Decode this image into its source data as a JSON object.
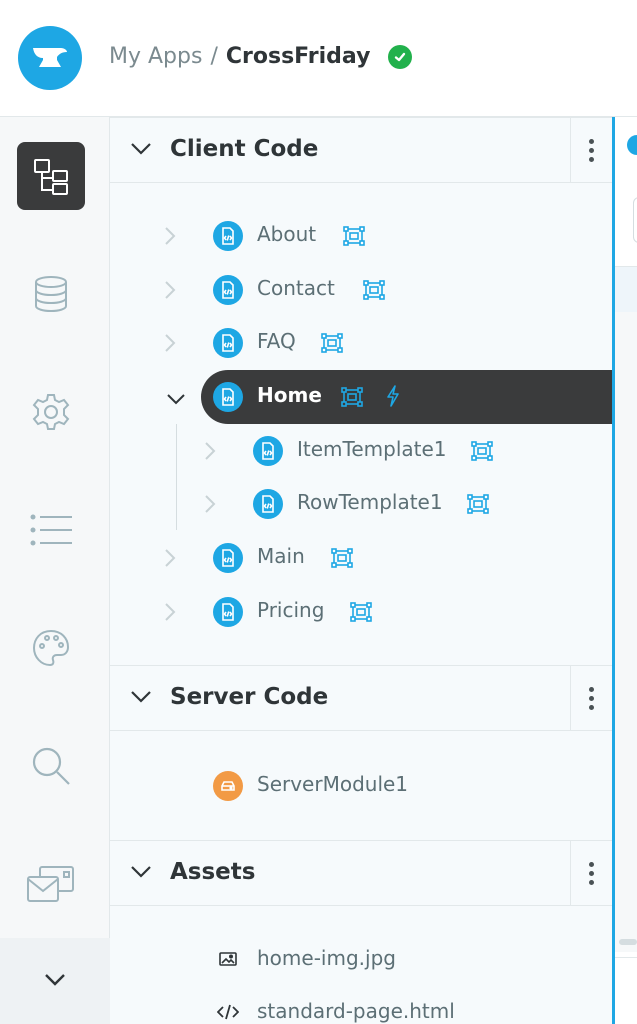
{
  "header": {
    "breadcrumb_root": "My Apps",
    "separator": "/",
    "app_name": "CrossFriday"
  },
  "sidebar": {
    "items": [
      {
        "icon": "app-tree-icon",
        "active": true
      },
      {
        "icon": "database-icon",
        "active": false
      },
      {
        "icon": "gear-icon",
        "active": false
      },
      {
        "icon": "list-icon",
        "active": false
      },
      {
        "icon": "palette-icon",
        "active": false
      },
      {
        "icon": "search-icon",
        "active": false
      },
      {
        "icon": "email-icon",
        "active": false
      }
    ],
    "collapse_icon": "chevron-down-icon"
  },
  "client_code": {
    "title": "Client Code",
    "forms": [
      {
        "label": "About"
      },
      {
        "label": "Contact"
      },
      {
        "label": "FAQ"
      },
      {
        "label": "Home",
        "selected": true,
        "expanded": true,
        "has_startup": true
      },
      {
        "label": "ItemTemplate1",
        "child": true
      },
      {
        "label": "RowTemplate1",
        "child": true
      },
      {
        "label": "Main"
      },
      {
        "label": "Pricing"
      }
    ]
  },
  "server_code": {
    "title": "Server Code",
    "modules": [
      {
        "label": "ServerModule1"
      }
    ]
  },
  "assets": {
    "title": "Assets",
    "files": [
      {
        "label": "home-img.jpg",
        "icon": "image-icon"
      },
      {
        "label": "standard-page.html",
        "icon": "code-icon"
      }
    ]
  },
  "colors": {
    "accent": "#1ea7e4",
    "selected_bg": "#3a3b3c",
    "success": "#22b14c",
    "server": "#f29a45"
  }
}
